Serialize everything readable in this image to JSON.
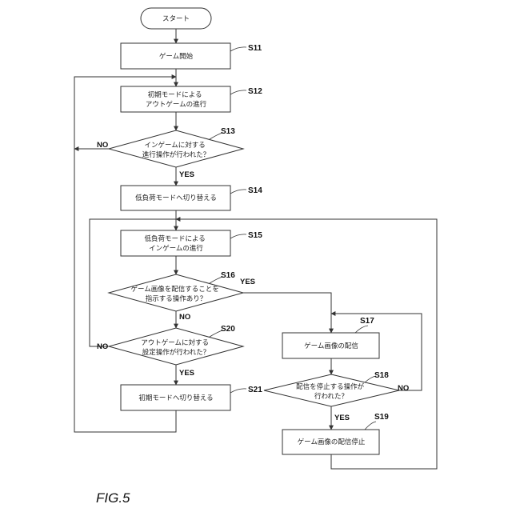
{
  "nodes": {
    "start": "スタート",
    "s11": "ゲーム開始",
    "s12": [
      "初期モードによる",
      "アウトゲームの進行"
    ],
    "s13": [
      "インゲームに対する",
      "進行操作が行われた？"
    ],
    "s14": "低負荷モードへ切り替える",
    "s15": [
      "低負荷モードによる",
      "インゲームの進行"
    ],
    "s16": [
      "ゲーム画像を配信することを",
      "指示する操作あり？"
    ],
    "s17": "ゲーム画像の配信",
    "s18": [
      "配信を停止する操作が",
      "行われた？"
    ],
    "s19": "ゲーム画像の配信停止",
    "s20": [
      "アウトゲームに対する",
      "設定操作が行われた？"
    ],
    "s21": "初期モードへ切り替える"
  },
  "step_labels": {
    "s11": "S11",
    "s12": "S12",
    "s13": "S13",
    "s14": "S14",
    "s15": "S15",
    "s16": "S16",
    "s17": "S17",
    "s18": "S18",
    "s19": "S19",
    "s20": "S20",
    "s21": "S21"
  },
  "branches": {
    "s13_no": "NO",
    "s13_yes": "YES",
    "s16_yes": "YES",
    "s16_no": "NO",
    "s20_no": "NO",
    "s20_yes": "YES",
    "s18_no": "NO",
    "s18_yes": "YES"
  },
  "figure_label": "FIG.5"
}
